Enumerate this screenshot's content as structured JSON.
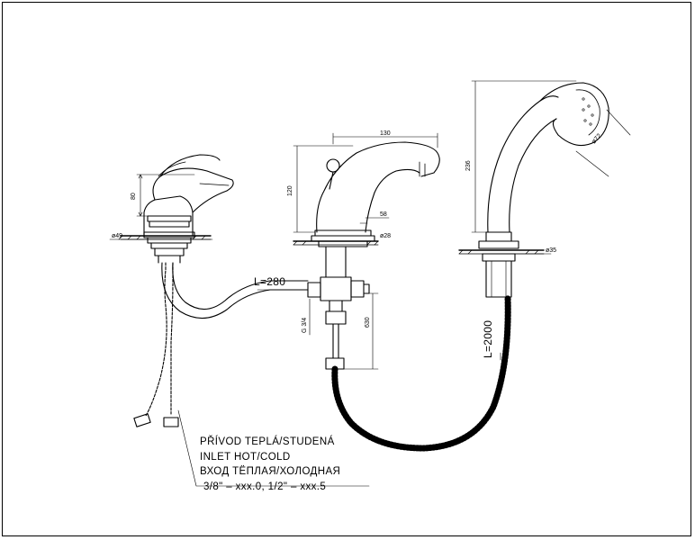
{
  "dimensions": {
    "mixer_height": "80",
    "mixer_diameter": "ø49",
    "spout_length": "130",
    "spout_height": "120",
    "spout_offset": "58",
    "spout_diameter": "ø28",
    "hose_to_diverter": "L=280",
    "thread": "G 3/4",
    "diverter_drop": "630",
    "shower_height": "236",
    "shower_head_diameter": "ø72",
    "shower_diameter": "ø35",
    "shower_hose": "L=2000"
  },
  "note": {
    "line1": "PŘÍVOD TEPLÁ/STUDENÁ",
    "line2": "INLET HOT/COLD",
    "line3": "ВХОД ТЁПЛАЯ/ХОЛОДНАЯ",
    "line4": "3/8\" – xxx.0, 1/2\" – xxx.5"
  }
}
